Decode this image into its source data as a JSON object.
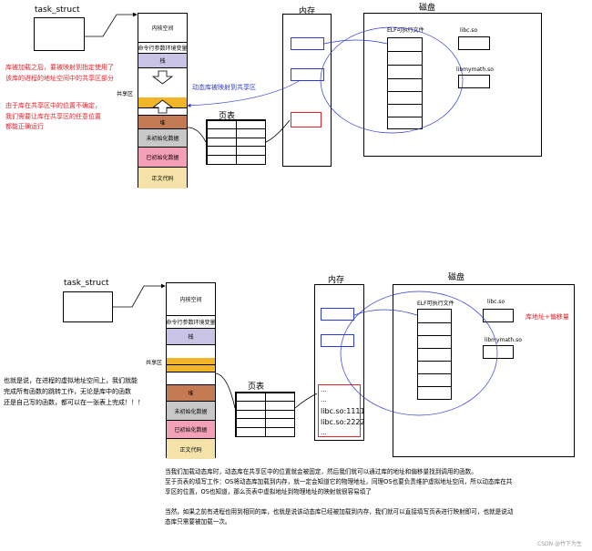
{
  "diagram1": {
    "task_struct": "task_struct",
    "address_space": [
      "内核空间",
      "命令行参数环境变量",
      "栈",
      "堆",
      "未初始化数据",
      "已初始化数据",
      "正文代码"
    ],
    "shared_area": "共享区",
    "page_table": "页表",
    "memory": "内存",
    "disk": "磁盘",
    "elf": "ELF可执行文件",
    "libc": "libc.so",
    "libmymath": "libmymath.so",
    "map_label": "动态库被映射到共享区",
    "note1": [
      "库被加载之后，要被映射到指定使用了",
      "该库的进程的地址空间中的共享区部分"
    ],
    "note2": [
      "由于库在共享区中的位置不确定，",
      "我们需要让库在共享区的任意位置",
      "都能正确运行"
    ]
  },
  "diagram2": {
    "task_struct": "task_struct",
    "address_space": [
      "内核空间",
      "命令行参数环境变量",
      "栈",
      "堆",
      "未初始化数据",
      "已初始化数据",
      "正文代码"
    ],
    "shared_area": "共享区",
    "page_table": "页表",
    "memory": "内存",
    "disk": "磁盘",
    "elf": "ELF可执行文件",
    "libc": "libc.so",
    "libmymath": "libmymath.so",
    "addr_label": "库地址+偏移量",
    "mem_entries": [
      "...",
      "...",
      "libc.so:1111",
      "libc.so:2222",
      "..."
    ],
    "left_note": [
      "也就是说，在进程的虚拟地址空间上，我们就能",
      "完成所有函数的跳转工作，无论是库中的函数",
      "还是自己写的函数，都可以在一张表上完成！！！"
    ],
    "bottom_note": [
      "当我们加载动态库时，动态库在共享区中的位置就会被固定，然后我们就可以通过库的地址和偏移量找到调用的函数。",
      "至于页表的填写工作：OS将动态库加载到内存，就一定会知道它的物理地址，同理OS也要负责维护虚拟地址空间，所以动态库在共",
      "享区的位置，OS也知道，那么页表中虚拟地址到物理地址的映射就很容易填了",
      "",
      "当然，如果之前有进程也用到相同的库，也就是说该动态库已经被加载到内存，我们就可以直接填写页表进行映射即可，也就是说动",
      "态库只需要被加载一次。"
    ]
  },
  "watermark": "CSDN @竹下为生",
  "colors": {
    "stack": "#c9c3e6",
    "heap": "#c47a52",
    "uninit": "#c8c8c8",
    "init": "#f4a0b8",
    "text": "#f4e2a8",
    "shared": "#f0b528",
    "red": "#e8202a",
    "blue": "#2f3bd6"
  }
}
